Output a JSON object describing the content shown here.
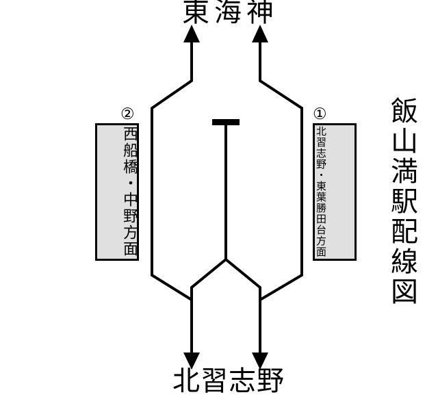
{
  "diagram": {
    "title": "飯山満駅配線図",
    "top_station": "東海神",
    "bottom_station": "北習志野",
    "platforms": [
      {
        "number": "②",
        "destination": "西船橋・中野方面"
      },
      {
        "number": "①",
        "destination": "北習志野・東葉勝田台方面"
      }
    ]
  },
  "icons": {
    "buffer_stop": "buffer-stop",
    "arrows": [
      "up-arrow",
      "up-arrow",
      "down-arrow",
      "down-arrow"
    ]
  },
  "colors": {
    "line": "#000000",
    "text": "#000000",
    "platform_fill": "#e0e0e0",
    "platform_border": "#000000",
    "background": "#ffffff"
  }
}
